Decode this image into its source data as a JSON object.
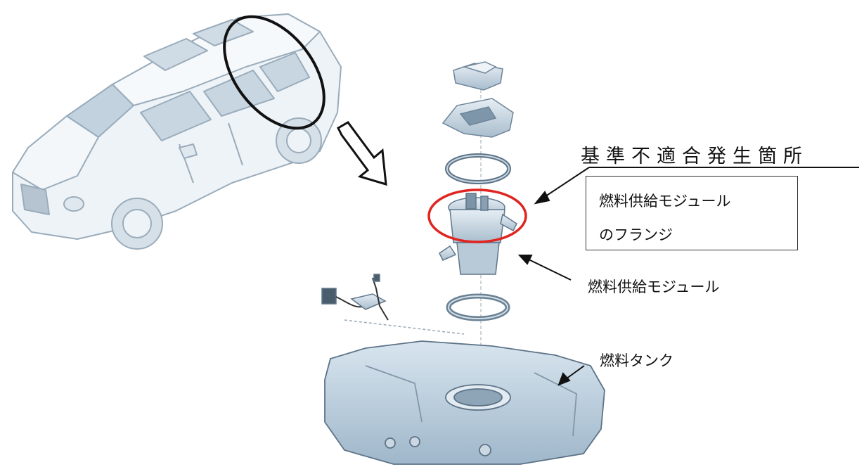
{
  "labels": {
    "nonconformity_site": "基準不適合発生箇所",
    "flange_line1": "燃料供給モジュール",
    "flange_line2": "のフランジ",
    "fuel_module": "燃料供給モジュール",
    "fuel_tank": "燃料タンク"
  },
  "colors": {
    "highlight": "#e0241f",
    "line": "#111111",
    "part_fill": "#c9d9e6",
    "part_stroke": "#7d93a6",
    "car_fill": "#e9eff4",
    "car_stroke": "#9fb0bf"
  },
  "icons": {
    "arrow": "hollow-arrow-icon"
  }
}
